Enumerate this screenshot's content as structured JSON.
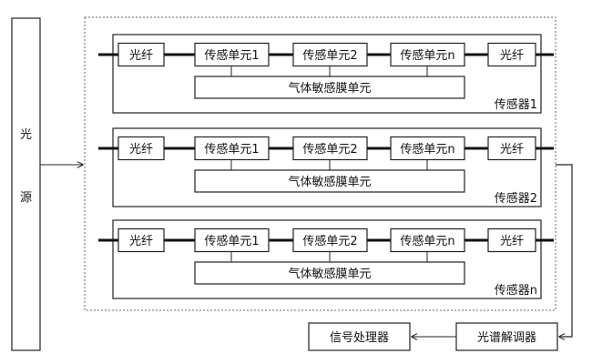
{
  "light_source": {
    "chars": [
      "光",
      "源"
    ]
  },
  "sensors": [
    {
      "fiber_left": "光纤",
      "units": [
        "传感单元1",
        "传感单元2",
        "传感单元n"
      ],
      "fiber_right": "光纤",
      "film": "气体敏感膜单元",
      "label": "传感器1"
    },
    {
      "fiber_left": "光纤",
      "units": [
        "传感单元1",
        "传感单元2",
        "传感单元n"
      ],
      "fiber_right": "光纤",
      "film": "气体敏感膜单元",
      "label": "传感器2"
    },
    {
      "fiber_left": "光纤",
      "units": [
        "传感单元1",
        "传感单元2",
        "传感单元n"
      ],
      "fiber_right": "光纤",
      "film": "气体敏感膜单元",
      "label": "传感器n"
    }
  ],
  "demodulator": "光谱解调器",
  "processor": "信号处理器"
}
